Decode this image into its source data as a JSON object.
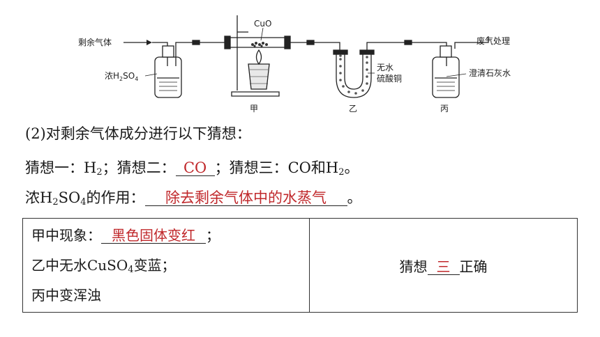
{
  "diagram": {
    "labels": {
      "input_gas": "剩余气体",
      "cuo": "CuO",
      "exhaust": "废气处理",
      "conc_acid_prefix": "浓H",
      "conc_acid_sub2": "2",
      "conc_acid_mid": "SO",
      "conc_acid_sub4": "4",
      "anhydrous_1": "无水",
      "anhydrous_2": "硫酸铜",
      "limewater": "澄清石灰水",
      "jia": "甲",
      "yi": "乙",
      "bing": "丙"
    }
  },
  "q2": {
    "title": "(2)对剩余气体成分进行以下猜想：",
    "guess1": "猜想一：H",
    "sub2": "2",
    "guess2_label": "；猜想二：",
    "guess2_answer": "CO",
    "guess3": "；猜想三：CO和H",
    "guess3_end": "。"
  },
  "acid_role": {
    "prefix": "浓H",
    "sub2": "2",
    "mid": "SO",
    "sub4": "4",
    "suffix": "的作用：",
    "answer": "除去剩余气体中的水蒸气",
    "end": "。"
  },
  "observation": {
    "jia_label": "甲中现象：",
    "jia_answer": "黑色固体变红",
    "jia_end": "；",
    "yi_prefix": "乙中无水CuSO",
    "yi_sub": "4",
    "yi_suffix": "变蓝；",
    "bing": "丙中变浑浊",
    "conclusion_prefix": "猜想",
    "conclusion_answer": "三",
    "conclusion_suffix": "正确"
  }
}
